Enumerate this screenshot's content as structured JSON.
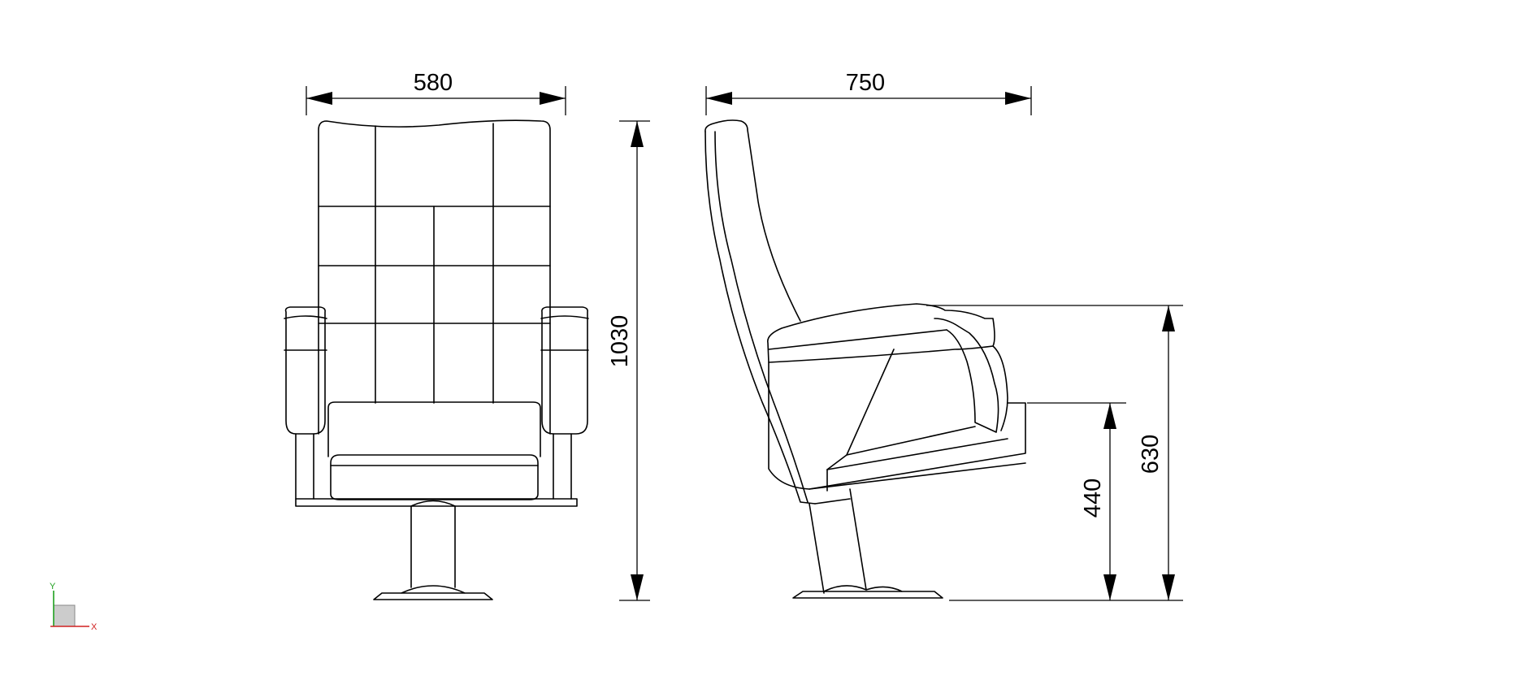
{
  "dimensions": {
    "front_width": "580",
    "side_depth": "750",
    "total_height": "1030",
    "seat_height": "440",
    "armrest_height": "630"
  },
  "ucs": {
    "x_label": "X",
    "y_label": "Y",
    "x_color": "#d02020",
    "y_color": "#20a020",
    "box_color": "#cccccc"
  },
  "colors": {
    "line": "#000000",
    "background": "#ffffff"
  }
}
